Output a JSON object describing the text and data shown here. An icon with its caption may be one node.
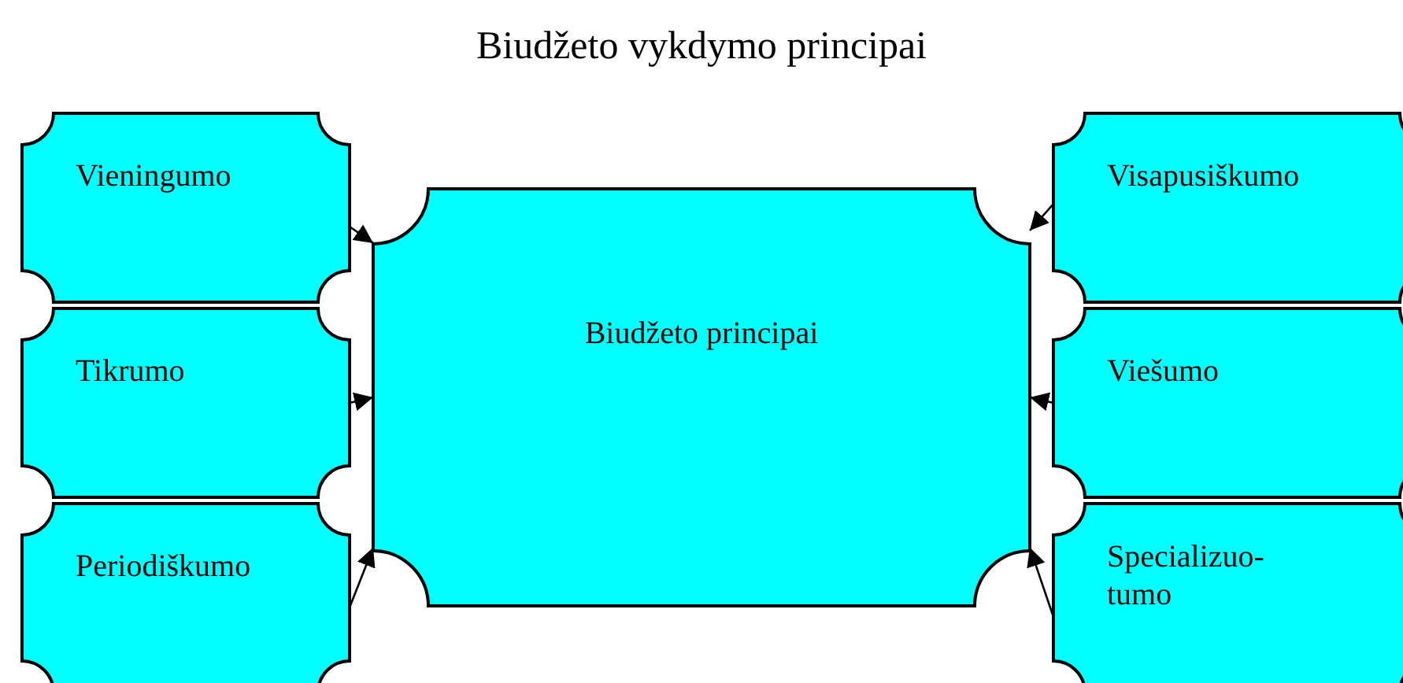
{
  "diagram": {
    "title": "Biudžeto vykdymo principai",
    "nodes": [
      {
        "text": [
          "Vieningumo"
        ]
      },
      {
        "text": [
          "Biudžeto principai"
        ]
      },
      {
        "text": [
          "Visapusiškumo"
        ]
      },
      {
        "text": [
          "Tikrumo"
        ]
      },
      {
        "text": [
          "Viešumo"
        ]
      },
      {
        "text": [
          "Periodiškumo"
        ]
      },
      {
        "text": [
          "Specializuo- tumo"
        ]
      }
    ],
    "edges": [
      {
        "from": 0,
        "to": 1,
        "arrow": "to"
      },
      {
        "from": 2,
        "to": 1,
        "arrow": "to"
      },
      {
        "from": 3,
        "to": 1,
        "arrow": "to"
      },
      {
        "from": 4,
        "to": 1,
        "arrow": "to"
      },
      {
        "from": 5,
        "to": 1,
        "arrow": "to"
      },
      {
        "from": 6,
        "to": 1,
        "arrow": "to"
      }
    ]
  }
}
